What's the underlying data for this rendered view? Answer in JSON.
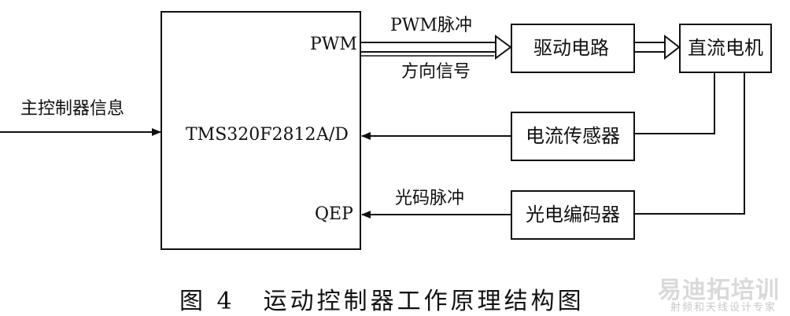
{
  "blocks": {
    "controller": "TMS320F2812",
    "driver": "驱动电路",
    "motor": "直流电机",
    "current_sensor": "电流传感器",
    "encoder": "光电编码器"
  },
  "ports": {
    "pwm": "PWM",
    "ad": "A/D",
    "qep": "QEP"
  },
  "signals": {
    "pwm_pulse": "PWM脉冲",
    "direction": "方向信号",
    "host_info": "主控制器信息",
    "encoder_pulse": "光码脉冲"
  },
  "caption": {
    "number": "图 4",
    "title": "运动控制器工作原理结构图"
  },
  "watermark": {
    "main": "易迪拓培训",
    "sub": "射频和天线设计专家"
  }
}
